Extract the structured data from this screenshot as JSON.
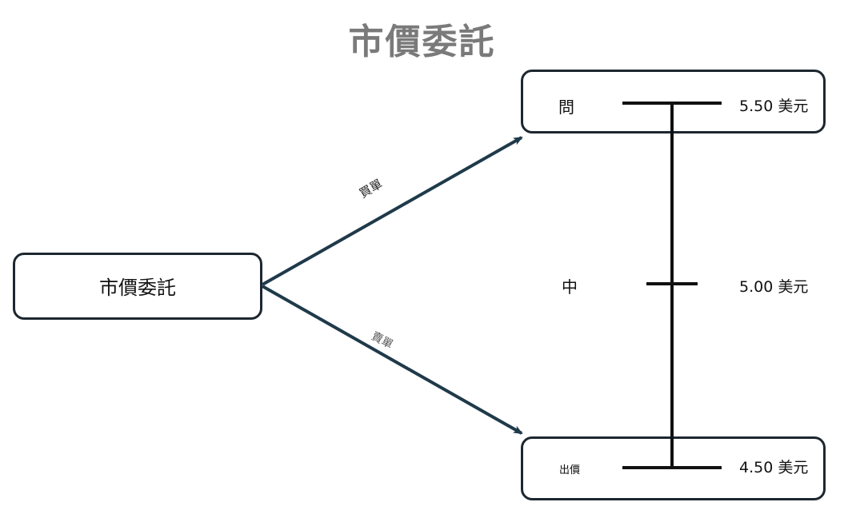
{
  "title": "市價委託",
  "source_node": {
    "label": "市價委託"
  },
  "arrows": {
    "upper_label": "買單",
    "lower_label": "賣單"
  },
  "ladder": {
    "ask": {
      "label": "問",
      "price": "5.50 美元"
    },
    "mid": {
      "label": "中",
      "price": "5.00 美元"
    },
    "bid": {
      "label": "出價",
      "price": "4.50 美元"
    }
  },
  "colors": {
    "title": "#7a7a7a",
    "arrow": "#1f3a4a",
    "box_border": "#1d2730",
    "ladder": "#111111"
  }
}
